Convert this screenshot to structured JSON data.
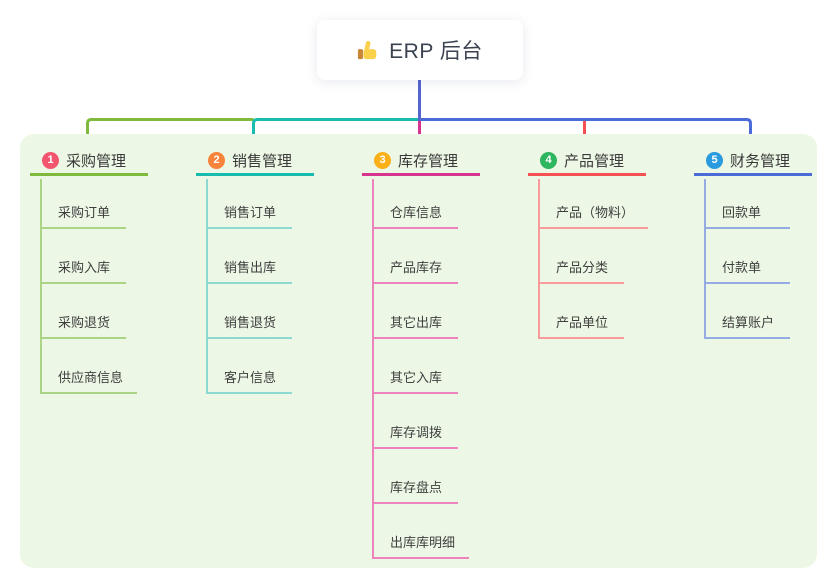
{
  "root": {
    "icon": "thumbs-up",
    "label": "ERP 后台"
  },
  "colors": {
    "canvas_bg": "#ffffff",
    "panel_bg": "#ecf7e5",
    "root_connector": "#5565cf",
    "text_dark": "#3b4250",
    "text_node": "#3f3f3f"
  },
  "branches": [
    {
      "number": "1",
      "label": "采购管理",
      "badge_color": "#f2566f",
      "line_color": "#7fba3c",
      "light_color": "#abd584",
      "children": [
        "采购订单",
        "采购入库",
        "采购退货",
        "供应商信息"
      ]
    },
    {
      "number": "2",
      "label": "销售管理",
      "badge_color": "#f8843c",
      "line_color": "#17bcae",
      "light_color": "#8cd9d2",
      "children": [
        "销售订单",
        "销售出库",
        "销售退货",
        "客户信息"
      ]
    },
    {
      "number": "3",
      "label": "库存管理",
      "badge_color": "#fbb018",
      "line_color": "#d6348f",
      "light_color": "#ee82bd",
      "children": [
        "仓库信息",
        "产品库存",
        "其它出库",
        "其它入库",
        "库存调拨",
        "库存盘点",
        "出库库明细"
      ]
    },
    {
      "number": "4",
      "label": "产品管理",
      "badge_color": "#2eb55f",
      "line_color": "#f65053",
      "light_color": "#f99a9c",
      "children": [
        "产品（物料）",
        "产品分类",
        "产品单位"
      ]
    },
    {
      "number": "5",
      "label": "财务管理",
      "badge_color": "#2a9bde",
      "line_color": "#4a6bd8",
      "light_color": "#94abe4",
      "children": [
        "回款单",
        "付款单",
        "结算账户"
      ]
    }
  ]
}
